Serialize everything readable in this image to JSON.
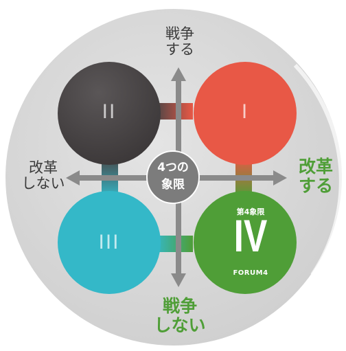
{
  "axes": {
    "top": [
      "戦争",
      "する"
    ],
    "bottom": [
      "戦争",
      "しない"
    ],
    "left": [
      "改革",
      "しない"
    ],
    "right": [
      "改革",
      "する"
    ]
  },
  "center": [
    "4つの",
    "象限"
  ],
  "quadrants": {
    "q1": {
      "numeral": "I",
      "color": "#e85846"
    },
    "q2": {
      "numeral": "II",
      "color": "#494546"
    },
    "q3": {
      "numeral": "III",
      "color": "#34b8c8"
    },
    "q4": {
      "numeral": "IV",
      "sublabel": "第4象限",
      "brand": "FORUM4",
      "color": "#4f9e37"
    }
  },
  "colors": {
    "background_disc": "#d7d7d7",
    "axis": "#8a8a8a",
    "center_circle": "#7c7c7c",
    "highlight": "#4f9e37"
  }
}
